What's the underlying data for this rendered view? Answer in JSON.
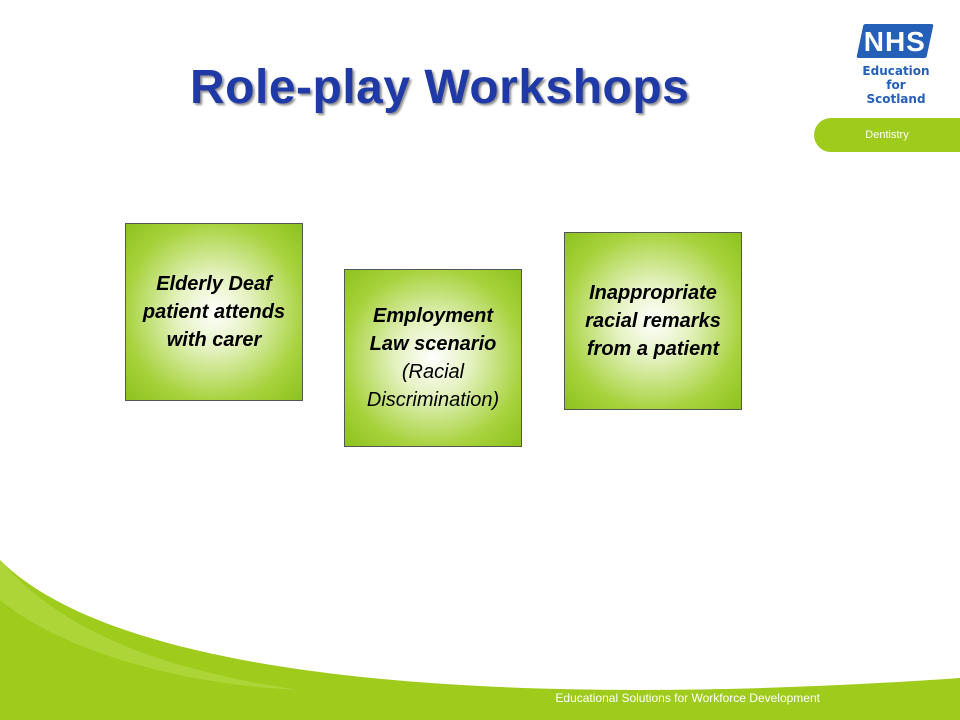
{
  "slide": {
    "title": "Role-play Workshops",
    "logo": {
      "brand": "NHS",
      "line1": "Education",
      "line2": "for",
      "line3": "Scotland"
    },
    "department": "Dentistry",
    "cards": [
      {
        "text": "Elderly Deaf patient attends with carer"
      },
      {
        "text_main": "Employment Law scenario",
        "text_sub": "(Racial Discrimination)"
      },
      {
        "text": "Inappropriate racial remarks from a patient"
      }
    ],
    "footer": "Educational Solutions for Workforce Development"
  },
  "colors": {
    "title": "#1f3aa6",
    "nhs_blue": "#2560b8",
    "accent_green": "#9ecb1c",
    "card_green": "#8cc21e"
  }
}
